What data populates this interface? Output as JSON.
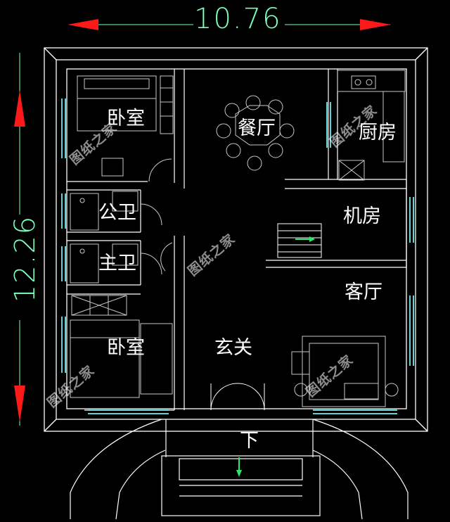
{
  "dimensions": {
    "width": "10.76",
    "height": "12.26"
  },
  "rooms": {
    "bedroom_top": "卧室",
    "dining": "餐厅",
    "kitchen": "厨房",
    "bath_1": "公卫",
    "machine_room": "机房",
    "bath_2": "主卫",
    "living": "客厅",
    "bedroom_bottom": "卧室",
    "foyer": "玄关",
    "stairs_down": "下"
  },
  "watermark": "图纸之家",
  "colors": {
    "background": "#000000",
    "wall": "#ffffff",
    "fixture": "#c8c8c8",
    "window": "#5fd3d3",
    "dimension": "#7cffb8",
    "arrow": "#ff1a1a"
  }
}
